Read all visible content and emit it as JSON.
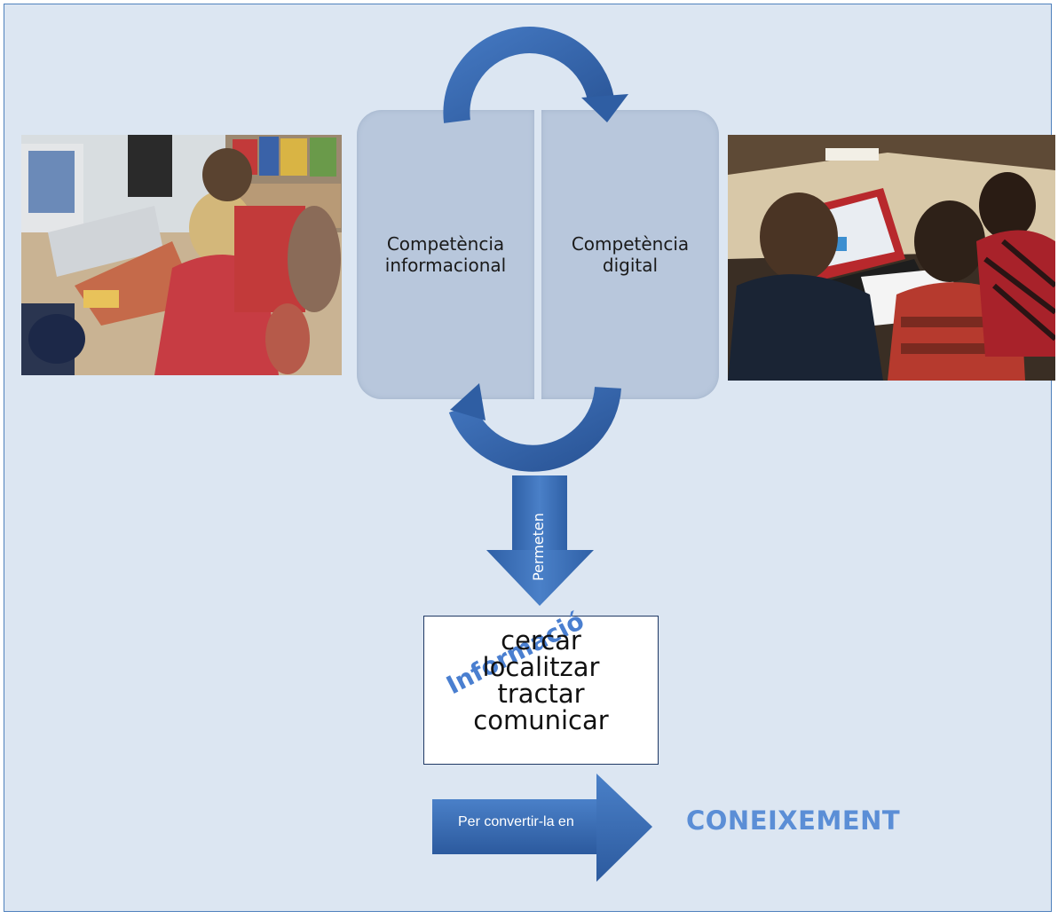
{
  "diagram": {
    "competences": [
      {
        "label": "Competència\ninformacional"
      },
      {
        "label": "Competència\ndigital"
      }
    ],
    "arrow_down_label": "Permeten",
    "actions": [
      "cercar",
      "localitzar",
      "tractar",
      "comunicar"
    ],
    "watermark_word": "Informació",
    "arrow_right_label": "Per convertir-la en",
    "result": "CONEIXEMENT"
  },
  "colors": {
    "background": "#dce6f2",
    "frame_border": "#4f81bd",
    "arrow_blue": "#3565a8",
    "box_fill": "#b8c7dc",
    "accent_text": "#5b8ed6"
  },
  "images": [
    {
      "name": "children-reading-library-photo"
    },
    {
      "name": "students-laptop-photo"
    }
  ]
}
